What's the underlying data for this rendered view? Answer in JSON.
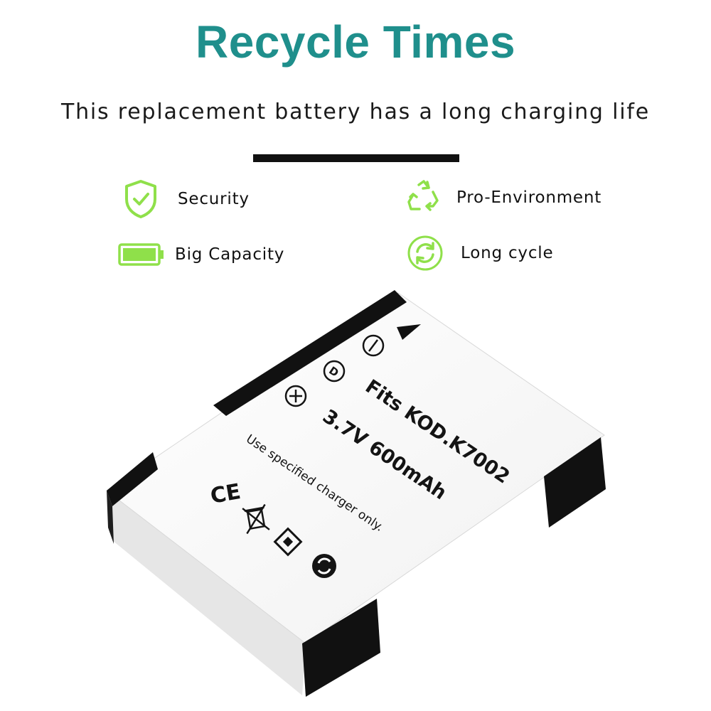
{
  "header": {
    "title": "Recycle Times",
    "subtitle": "This replacement battery has a long charging life"
  },
  "features": {
    "security": {
      "label": "Security",
      "icon": "shield-check-icon"
    },
    "environment": {
      "label": "Pro-Environment",
      "icon": "recycle-icon"
    },
    "capacity": {
      "label": "Big Capacity",
      "icon": "battery-full-icon"
    },
    "cycle": {
      "label": "Long cycle",
      "icon": "refresh-cycle-icon"
    }
  },
  "battery": {
    "model": "Fits KOD.K7002",
    "spec": "3.7V 600mAh",
    "note": "Use specified charger only.",
    "minus_symbol": "−",
    "plus_symbol": "+",
    "d_symbol": "D",
    "ce_mark": "CE"
  },
  "colors": {
    "title": "#1f8f8c",
    "icon_green": "#8fe04a",
    "battery_body": "#ffffff",
    "battery_caps": "#111111"
  }
}
